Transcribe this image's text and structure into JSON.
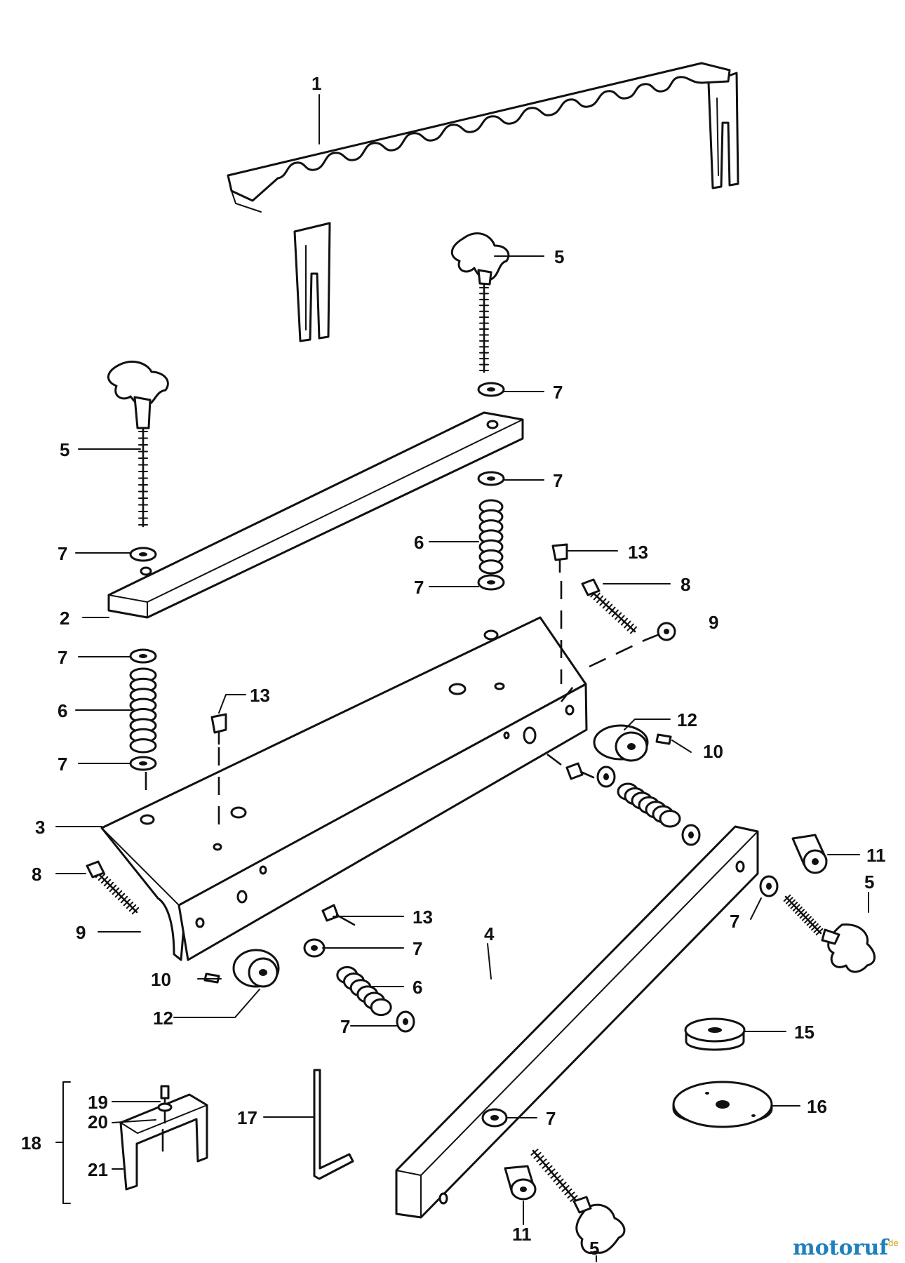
{
  "brand": {
    "colors": {
      "line": "#111111",
      "watermark_main": "#1f7fbf",
      "watermark_accent": "#d8a100"
    },
    "watermark_main": "motoruf",
    "watermark_suffix": ".de"
  },
  "labels": [
    {
      "id": "l1",
      "text": "1"
    },
    {
      "id": "l5a",
      "text": "5"
    },
    {
      "id": "l7a",
      "text": "7"
    },
    {
      "id": "l5b",
      "text": "5"
    },
    {
      "id": "l7b",
      "text": "7"
    },
    {
      "id": "l6a",
      "text": "6"
    },
    {
      "id": "l13a",
      "text": "13"
    },
    {
      "id": "l8a",
      "text": "8"
    },
    {
      "id": "l7c",
      "text": "7"
    },
    {
      "id": "l7d",
      "text": "7"
    },
    {
      "id": "l2",
      "text": "2"
    },
    {
      "id": "l9a",
      "text": "9"
    },
    {
      "id": "l7e",
      "text": "7"
    },
    {
      "id": "l13b",
      "text": "13"
    },
    {
      "id": "l6b",
      "text": "6"
    },
    {
      "id": "l12a",
      "text": "12"
    },
    {
      "id": "l10a",
      "text": "10"
    },
    {
      "id": "l7f",
      "text": "7"
    },
    {
      "id": "l3",
      "text": "3"
    },
    {
      "id": "l8b",
      "text": "8"
    },
    {
      "id": "l11a",
      "text": "11"
    },
    {
      "id": "l5c",
      "text": "5"
    },
    {
      "id": "l9b",
      "text": "9"
    },
    {
      "id": "l7g",
      "text": "7"
    },
    {
      "id": "l13c",
      "text": "13"
    },
    {
      "id": "l4",
      "text": "4"
    },
    {
      "id": "l7h",
      "text": "7"
    },
    {
      "id": "l10b",
      "text": "10"
    },
    {
      "id": "l6c",
      "text": "6"
    },
    {
      "id": "l12b",
      "text": "12"
    },
    {
      "id": "l7i",
      "text": "7"
    },
    {
      "id": "l15",
      "text": "15"
    },
    {
      "id": "l19",
      "text": "19"
    },
    {
      "id": "l20",
      "text": "20"
    },
    {
      "id": "l17",
      "text": "17"
    },
    {
      "id": "l7j",
      "text": "7"
    },
    {
      "id": "l16",
      "text": "16"
    },
    {
      "id": "l18",
      "text": "18"
    },
    {
      "id": "l21",
      "text": "21"
    },
    {
      "id": "l11b",
      "text": "11"
    },
    {
      "id": "l5d",
      "text": "5"
    }
  ]
}
